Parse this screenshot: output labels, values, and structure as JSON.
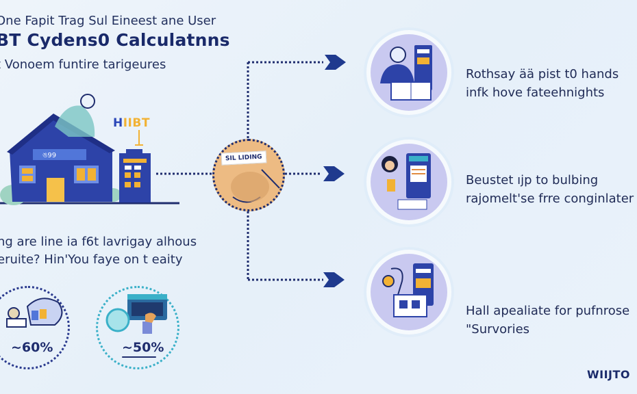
{
  "header": {
    "subtitle_top": "One Fapit Trag Sul Eineest ane User",
    "title": "BT Cydens0 Calculatnns",
    "subtitle_bottom": "t Vonoem funtire tarigeures"
  },
  "illustration": {
    "house_sign": "ঙ99",
    "hbt_label_h": "H",
    "hbt_label_rest": "IIBT",
    "center_label": "SIL LIDING"
  },
  "middle_text": {
    "line1": "ng are line ia f6t lavrigay alhous",
    "line2": "eruite? Hin'You faye on t eaity"
  },
  "stats": [
    {
      "value": "~60%",
      "icon": "piggy-bank-icon"
    },
    {
      "value": "~50%",
      "icon": "monitor-icon"
    }
  ],
  "features": [
    {
      "icon": "person-reading-icon",
      "line1": "Rothsay ää pist t0 hands",
      "line2": "infk hove fateehnights"
    },
    {
      "icon": "woman-document-icon",
      "line1": "Beustet ıjp to bulbing",
      "line2": "rajomelt'se frre conginlater"
    },
    {
      "icon": "device-documents-icon",
      "line1": "Hall apealiate for pufnrose",
      "line2": "\"Survories"
    }
  ],
  "brand": "WIIJTO",
  "colors": {
    "navy": "#1f2d6e",
    "blue": "#2b47b8",
    "yellow": "#f2b234",
    "lavender": "#c9c9f0",
    "peach": "#edbb83",
    "teal": "#3ab0c8"
  }
}
